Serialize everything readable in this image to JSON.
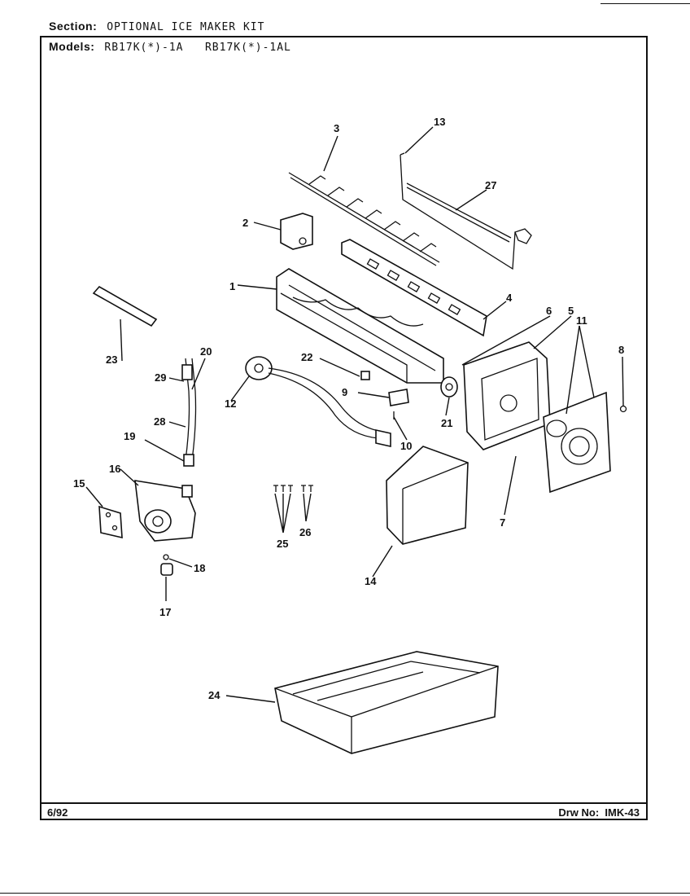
{
  "header": {
    "section_key": "Section:",
    "section_value": "OPTIONAL ICE MAKER KIT",
    "models_key": "Models:",
    "models_value": "RB17K(*)-1A   RB17K(*)-1AL"
  },
  "footer": {
    "date": "6/92",
    "drawing_number": "Drw No:  IMK-43"
  },
  "callouts": [
    {
      "id": "c1",
      "text": "1"
    },
    {
      "id": "c2",
      "text": "2"
    },
    {
      "id": "c3",
      "text": "3"
    },
    {
      "id": "c4",
      "text": "4"
    },
    {
      "id": "c5",
      "text": "5"
    },
    {
      "id": "c6",
      "text": "6"
    },
    {
      "id": "c7",
      "text": "7"
    },
    {
      "id": "c8",
      "text": "8"
    },
    {
      "id": "c9",
      "text": "9"
    },
    {
      "id": "c10",
      "text": "10"
    },
    {
      "id": "c11",
      "text": "11"
    },
    {
      "id": "c12",
      "text": "12"
    },
    {
      "id": "c13",
      "text": "13"
    },
    {
      "id": "c14",
      "text": "14"
    },
    {
      "id": "c15",
      "text": "15"
    },
    {
      "id": "c16",
      "text": "16"
    },
    {
      "id": "c17",
      "text": "17"
    },
    {
      "id": "c18",
      "text": "18"
    },
    {
      "id": "c19",
      "text": "19"
    },
    {
      "id": "c20",
      "text": "20"
    },
    {
      "id": "c21",
      "text": "21"
    },
    {
      "id": "c22",
      "text": "22"
    },
    {
      "id": "c23",
      "text": "23"
    },
    {
      "id": "c24",
      "text": "24"
    },
    {
      "id": "c25",
      "text": "25"
    },
    {
      "id": "c26",
      "text": "26"
    },
    {
      "id": "c27",
      "text": "27"
    },
    {
      "id": "c28",
      "text": "28"
    },
    {
      "id": "c29",
      "text": "29"
    }
  ]
}
